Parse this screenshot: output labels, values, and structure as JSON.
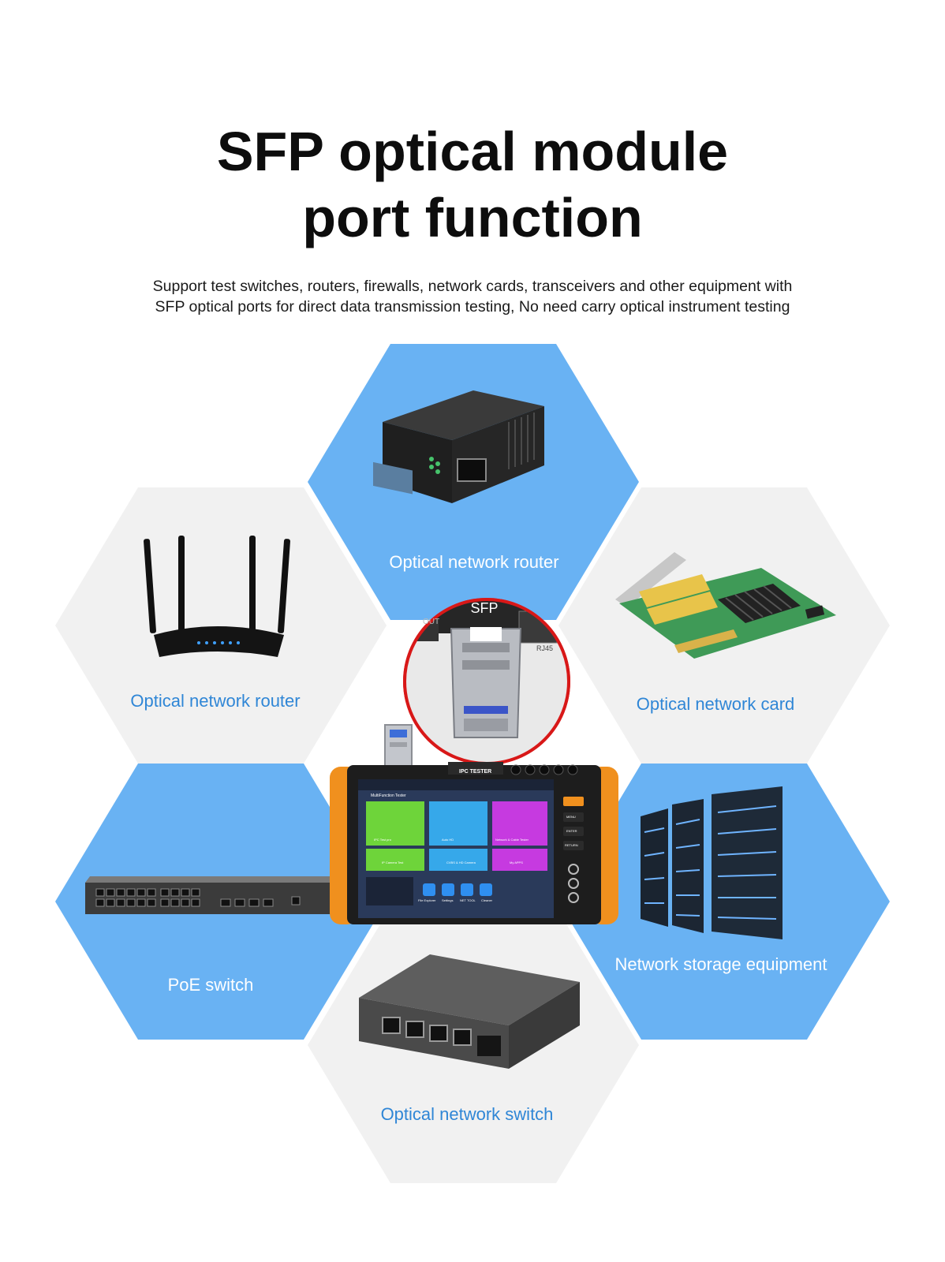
{
  "title": {
    "line1": "SFP optical module",
    "line2": "port function"
  },
  "subtitle": {
    "line1": "Support test switches, routers, firewalls, network cards, transceivers and other equipment with",
    "line2": "SFP optical ports for direct data transmission testing, No need carry optical instrument testing"
  },
  "hexes": {
    "top": {
      "label": "Optical network router",
      "color": "#69b2f3"
    },
    "upper_left": {
      "label": "Optical network router",
      "color": "#f1f1f1"
    },
    "upper_right": {
      "label": "Optical network card",
      "color": "#f1f1f1"
    },
    "lower_left": {
      "label": "PoE switch",
      "color": "#69b2f3"
    },
    "lower_right": {
      "label": "Network storage equipment",
      "color": "#69b2f3"
    },
    "bottom": {
      "label": "Optical network switch",
      "color": "#f1f1f1"
    }
  },
  "zoom_callout": {
    "sfp_label": "SFP",
    "rj45_label": "RJ45",
    "out_label": "OUT"
  },
  "tester": {
    "top_label": "IPC TESTER",
    "screen_title": "MultiFunction Tester",
    "apps": [
      "IPC Test pro",
      "Auto HD",
      "Network & Cable Tester",
      "IP Camera Test",
      "CVBS & HD Camera",
      "My APPS"
    ],
    "dock": [
      "File Explorer",
      "Settings",
      "NET TOOL",
      "Cleaner"
    ],
    "side_buttons": [
      "MENU",
      "ENTER",
      "RETURN"
    ]
  },
  "colors": {
    "accent_blue": "#69b2f3",
    "label_blue": "#2f86d6",
    "tester_orange": "#f0901e"
  }
}
